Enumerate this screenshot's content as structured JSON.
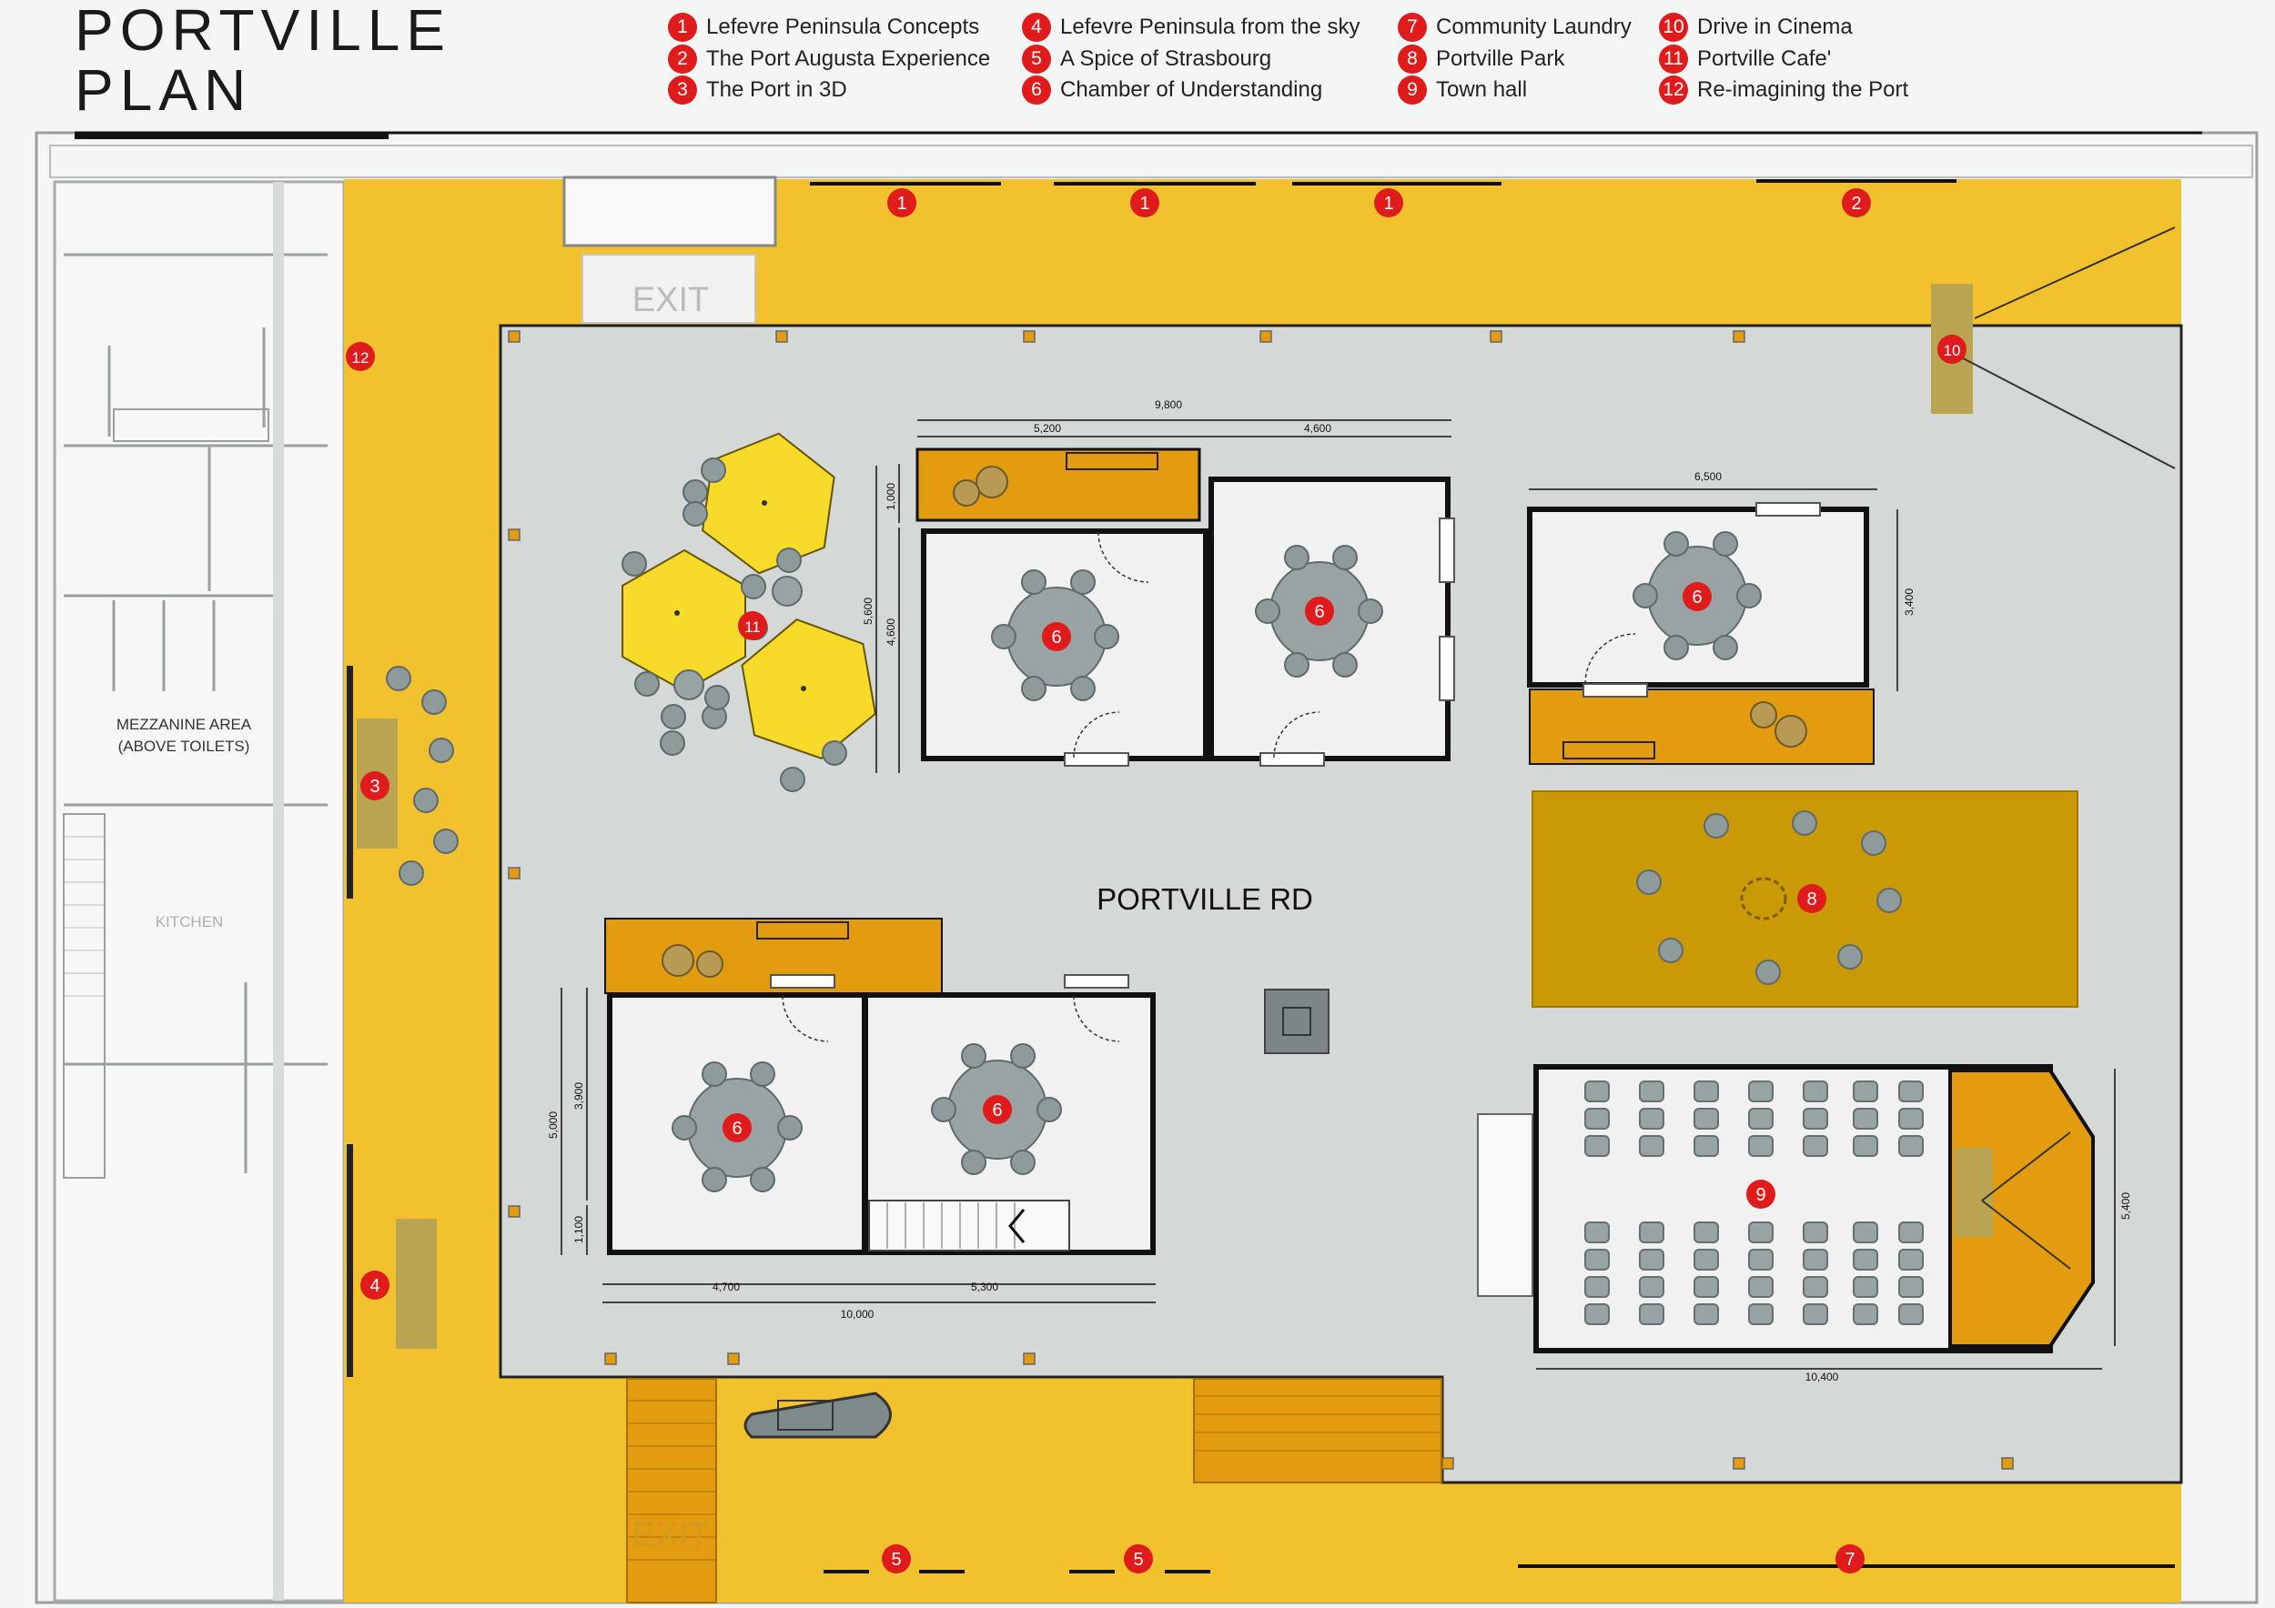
{
  "title": {
    "line1": "PORTVILLE",
    "line2": "PLAN"
  },
  "legend": [
    {
      "num": "1",
      "label": "Lefevre Peninsula Concepts"
    },
    {
      "num": "2",
      "label": "The Port Augusta Experience"
    },
    {
      "num": "3",
      "label": "The Port in 3D"
    },
    {
      "num": "4",
      "label": "Lefevre Peninsula from the sky"
    },
    {
      "num": "5",
      "label": "A Spice of Strasbourg"
    },
    {
      "num": "6",
      "label": "Chamber of Understanding"
    },
    {
      "num": "7",
      "label": "Community Laundry"
    },
    {
      "num": "8",
      "label": "Portville Park"
    },
    {
      "num": "9",
      "label": "Town hall"
    },
    {
      "num": "10",
      "label": "Drive in Cinema"
    },
    {
      "num": "11",
      "label": "Portville Cafe'"
    },
    {
      "num": "12",
      "label": "Re-imagining the Port"
    }
  ],
  "plan": {
    "street_label": "PORTVILLE RD",
    "exit_label": "EXIT",
    "mezzanine_line1": "MEZZANINE AREA",
    "mezzanine_line2": "(ABOVE  TOILETS)",
    "kitchen_label": "KITCHEN",
    "dimensions": {
      "d9800": "9,800",
      "d5200": "5,200",
      "d4600": "4,600",
      "d1000": "1,000",
      "d5600": "5,600",
      "d4600v": "4,600",
      "d6500": "6,500",
      "d3400": "3,400",
      "d5000": "5,000",
      "d3900": "3,900",
      "d1100": "1,100",
      "d4700": "4,700",
      "d5300": "5,300",
      "d10000": "10,000",
      "d10400": "10,400",
      "d5400": "5,400"
    }
  },
  "colors": {
    "yellow_floor": "#f2c12e",
    "street_grey": "#d4d9d8",
    "red_marker": "#e01b1b",
    "orange_deck": "#e39b0f",
    "park_ochre": "#c99a06",
    "umbrella_yellow": "#f7da2a",
    "chair_grey": "#8f9b9b"
  }
}
